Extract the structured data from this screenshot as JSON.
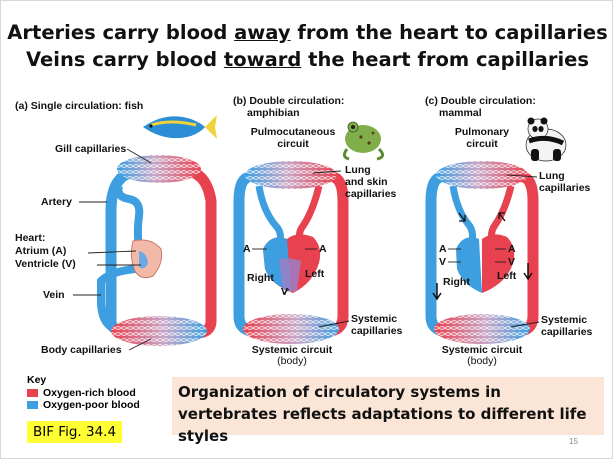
{
  "title": {
    "line1_a": "Arteries carry blood ",
    "line1_u": "away",
    "line1_b": " from the heart to capillaries",
    "line2_a": "Veins carry blood ",
    "line2_u": "toward",
    "line2_b": " the heart from capillaries"
  },
  "panel_a": {
    "heading": "(a) Single circulation: fish",
    "gill": "Gill capillaries",
    "artery": "Artery",
    "heart": "Heart:",
    "atrium": "Atrium (A)",
    "ventricle": "Ventricle (V)",
    "vein": "Vein",
    "body": "Body capillaries"
  },
  "panel_b": {
    "heading_1": "(b) Double circulation:",
    "heading_2": "amphibian",
    "pulmo_1": "Pulmocutaneous",
    "pulmo_2": "circuit",
    "lung_1": "Lung",
    "lung_2": "and skin",
    "lung_3": "capillaries",
    "a_left": "A",
    "a_right": "A",
    "right": "Right",
    "left": "Left",
    "v": "V",
    "systemic_cap_1": "Systemic",
    "systemic_cap_2": "capillaries",
    "circuit_1": "Systemic circuit",
    "circuit_2": "(body)"
  },
  "panel_c": {
    "heading_1": "(c) Double circulation:",
    "heading_2": "mammal",
    "pulmo_1": "Pulmonary",
    "pulmo_2": "circuit",
    "lung_1": "Lung",
    "lung_2": "capillaries",
    "a_left": "A",
    "a_right": "A",
    "v_left": "V",
    "v_right": "V",
    "right": "Right",
    "left": "Left",
    "systemic_cap_1": "Systemic",
    "systemic_cap_2": "capillaries",
    "circuit_1": "Systemic circuit",
    "circuit_2": "(body)"
  },
  "key": {
    "title": "Key",
    "rich": "Oxygen-rich blood",
    "poor": "Oxygen-poor blood"
  },
  "colors": {
    "oxygen_rich": "#e8414f",
    "oxygen_poor": "#3d9fe0"
  },
  "figure_ref": "BIF Fig. 34.4",
  "note": "Organization of circulatory systems in vertebrates reflects adaptations to different life styles",
  "page_number": "15"
}
